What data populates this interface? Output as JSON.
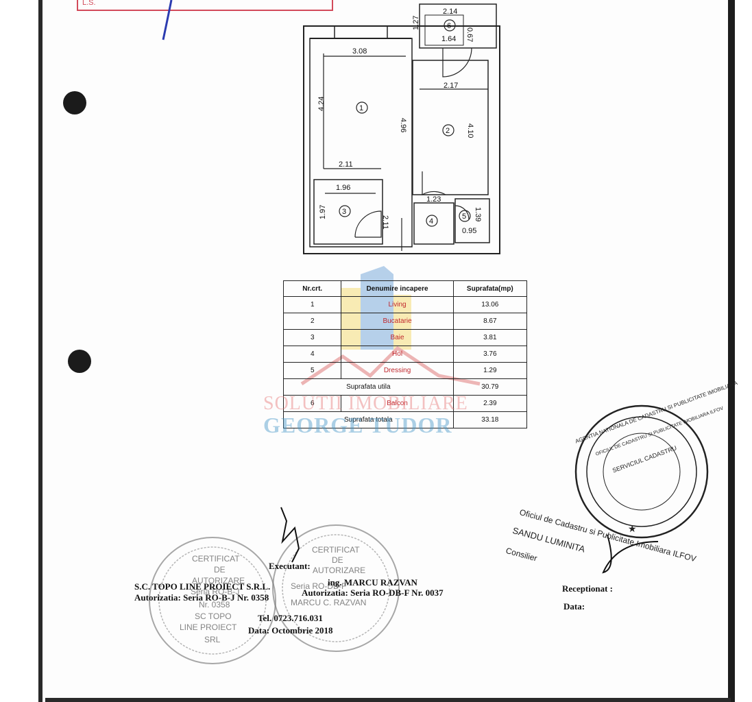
{
  "top_stamp": {
    "text": "L.S."
  },
  "floor_plan": {
    "dimensions": [
      "3.08",
      "4.24",
      "4.96",
      "2.11",
      "2.17",
      "4.10",
      "1.96",
      "1.97",
      "2.11",
      "1.23",
      "1.39",
      "0.95",
      "2.14",
      "1.27",
      "1.64",
      "0.67"
    ],
    "room_numbers": [
      "1",
      "2",
      "3",
      "4",
      "5",
      "6"
    ]
  },
  "table": {
    "headers": {
      "nr": "Nr.crt.",
      "name": "Denumire incapere",
      "area": "Suprafata(mp)"
    },
    "rows": [
      {
        "nr": "1",
        "name": "Living",
        "area": "13.06"
      },
      {
        "nr": "2",
        "name": "Bucatarie",
        "area": "8.67"
      },
      {
        "nr": "3",
        "name": "Baie",
        "area": "3.81"
      },
      {
        "nr": "4",
        "name": "Hol",
        "area": "3.76"
      },
      {
        "nr": "5",
        "name": "Dressing",
        "area": "1.29"
      }
    ],
    "subtotal": {
      "label": "Suprafata utila",
      "area": "30.79"
    },
    "balcony": {
      "nr": "6",
      "name": "Balcon",
      "area": "2.39"
    },
    "total": {
      "label": "Suprafata totala",
      "area": "33.18"
    }
  },
  "watermark": {
    "line1": "SOLUTII IMOBILIARE",
    "line2": "GEORGE TUDOR"
  },
  "executant": {
    "label": "Executant:",
    "company": "S.C. TOPO LINE PROIECT S.R.L.",
    "company_auth": "Autorizatia: Seria RO-B-J Nr. 0358",
    "engineer": "ing. MARCU RAZVAN",
    "engineer_auth": "Autorizatia: Seria RO-DB-F Nr. 0037",
    "phone": "Tel. 0723.716.031",
    "date": "Data: Octombrie 2018"
  },
  "stamp_left": {
    "lines": [
      "CERTIFICAT",
      "DE",
      "AUTORIZARE",
      "Seria RO-B-J",
      "Nr. 0358",
      "SC TOPO",
      "LINE PROIECT",
      "SRL"
    ]
  },
  "stamp_middle": {
    "lines": [
      "CERTIFICAT",
      "DE",
      "AUTORIZARE",
      "Seria RO-DB-F",
      "MARCU C. RAZVAN"
    ]
  },
  "anc_stamp": {
    "ring": "AGENTIA NATIONALA DE CADASTRU SI PUBLICITATE IMOBILIARA",
    "inner": "OFICIUL DE CADASTRU SI PUBLICITATE IMOBILIARA ILFOV",
    "center": "SERVICIUL CADASTRU"
  },
  "anc_text": {
    "office": "Oficiul de Cadastru si Publicitate Imobiliara ILFOV",
    "name": "SANDU LUMINITA",
    "role": "Consilier"
  },
  "receptionat": {
    "label": "Receptionat :",
    "date_label": "Data:"
  }
}
